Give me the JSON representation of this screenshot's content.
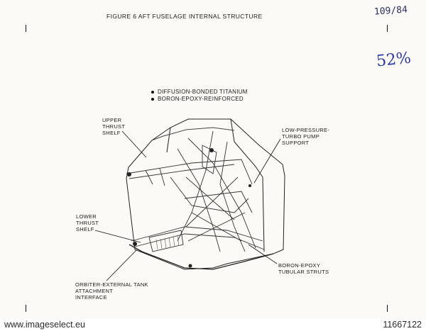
{
  "figure": {
    "title": "FIGURE 6 AFT FUSELAGE INTERNAL STRUCTURE"
  },
  "handwriting": {
    "number": "109/84",
    "percent": "52%"
  },
  "legend": {
    "items": [
      {
        "label": "DIFFUSION-BONDED TITANIUM"
      },
      {
        "label": "BORON-EPOXY-REINFORCED"
      }
    ]
  },
  "callouts": {
    "upper_thrust_shelf": "UPPER\nTHRUST\nSHELF",
    "low_pressure_turbo_pump": "LOW-PRESSURE-\nTURBO PUMP\nSUPPORT",
    "lower_thrust_shelf": "LOWER\nTHRUST\nSHELF",
    "orbiter_attachment": "ORBITER-EXTERNAL TANK\nATTACHMENT\nINTERFACE",
    "boron_epoxy_struts": "BORON-EPOXY\nTUBULAR STRUTS"
  },
  "watermark": {
    "site": "www.imageselect.eu",
    "id": "11667122"
  }
}
